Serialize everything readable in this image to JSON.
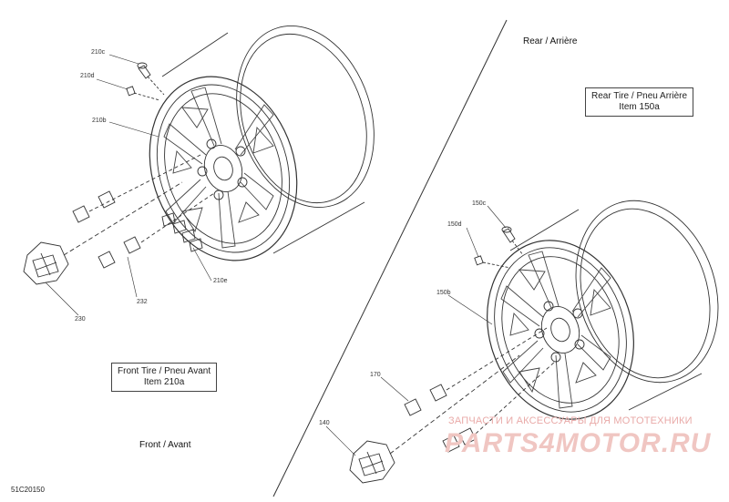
{
  "sections": {
    "rear_label": "Rear / Arrière",
    "front_label": "Front / Avant"
  },
  "item_boxes": {
    "rear": {
      "line1": "Rear Tire / Pneu Arrière",
      "line2": "Item 150a"
    },
    "front": {
      "line1": "Front Tire / Pneu Avant",
      "line2": "Item 210a"
    }
  },
  "callouts": {
    "c210c": "210c",
    "c210d": "210d",
    "c210b": "210b",
    "c210e": "210e",
    "c232": "232",
    "c230": "230",
    "c150c": "150c",
    "c150d": "150d",
    "c150b": "150b",
    "c170": "170",
    "c140": "140"
  },
  "reference_code": "51C20150",
  "watermark": {
    "tagline": "ЗАПЧАСТИ И АКСЕССУАРЫ ДЛЯ МОТОТЕХНИКИ",
    "brand": "PARTS4MOTOR.RU"
  },
  "colors": {
    "line": "#333333",
    "watermark": "#e9aaa8"
  }
}
